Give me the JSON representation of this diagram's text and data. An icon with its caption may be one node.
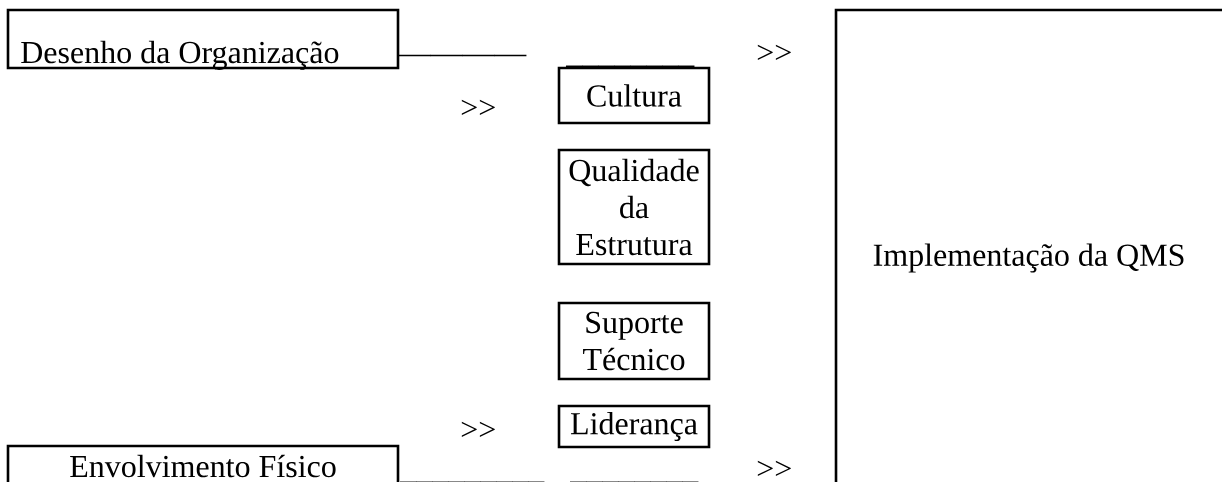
{
  "diagram": {
    "nodes": [
      {
        "text": [
          "Desenho da Organização"
        ]
      },
      {
        "text": [
          "Cultura"
        ]
      },
      {
        "text": [
          "Qualidade da Estrutura"
        ]
      },
      {
        "text": [
          "Suporte Técnico"
        ]
      },
      {
        "text": [
          "Liderança"
        ]
      },
      {
        "text": [
          "Envolvimento Físico"
        ]
      },
      {
        "text": [
          "Implementação da QMS"
        ]
      }
    ],
    "labels": [
      "————",
      "________",
      ">>",
      ">>",
      ">>",
      "_________",
      "________",
      ">>"
    ]
  }
}
